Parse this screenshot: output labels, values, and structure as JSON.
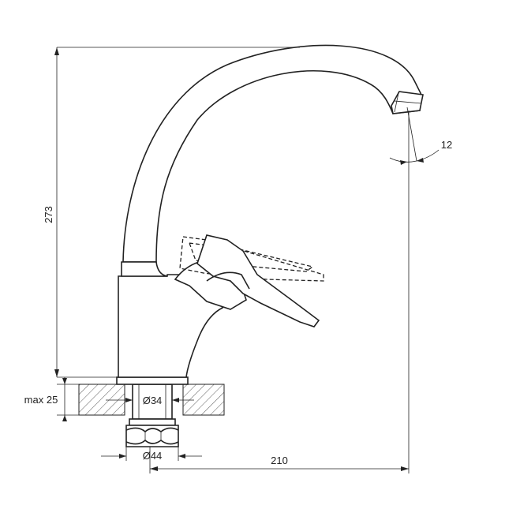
{
  "dimensions": {
    "height": "273",
    "reach": "210",
    "spout_angle": "12",
    "max_thickness": "max 25",
    "hole_diameter": "Ø34",
    "nut_diameter": "Ø44"
  }
}
